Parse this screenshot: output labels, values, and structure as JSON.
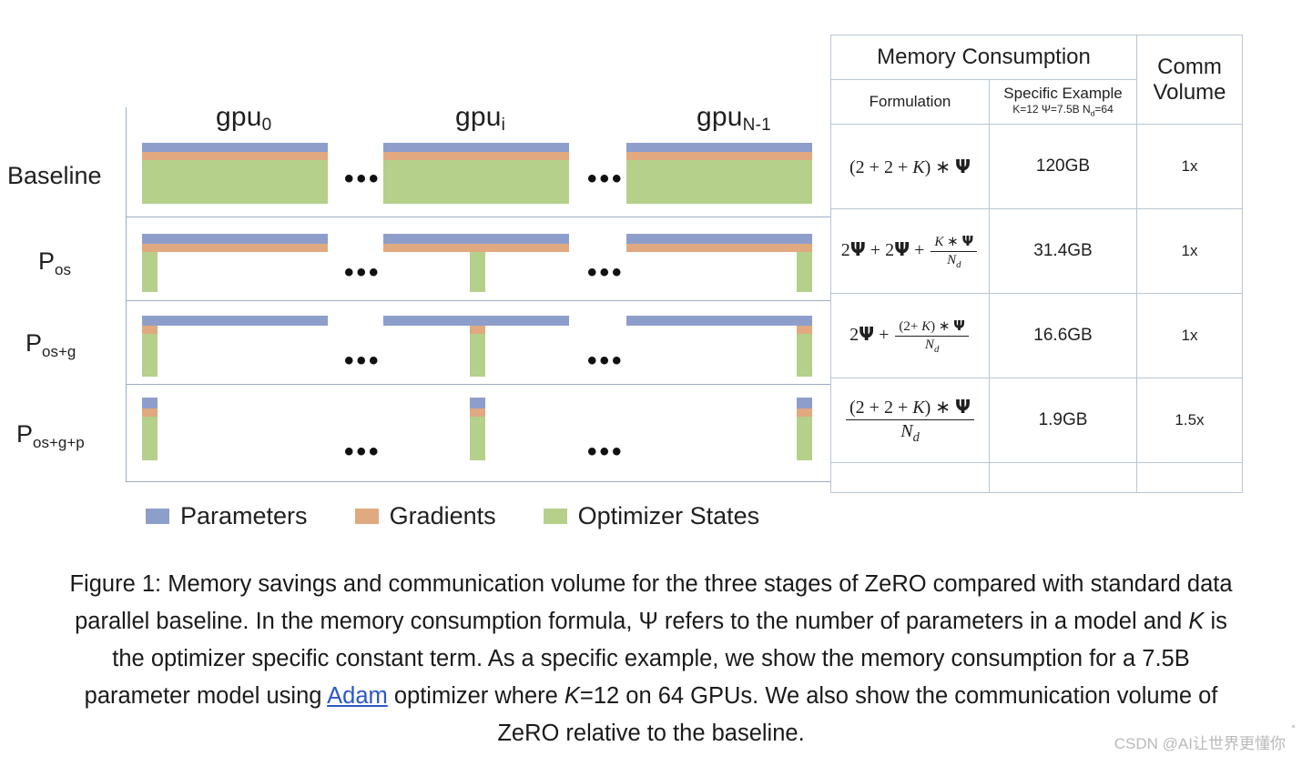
{
  "figure": {
    "gpu_headers": [
      {
        "name": "gpu",
        "sub": "0"
      },
      {
        "name": "gpu",
        "sub": "i"
      },
      {
        "name": "gpu",
        "sub": "N-1"
      }
    ],
    "ellipsis": "•••",
    "rows": [
      {
        "label": "Baseline",
        "sublabel": ""
      },
      {
        "label": "P",
        "sublabel": "os"
      },
      {
        "label": "P",
        "sublabel": "os+g"
      },
      {
        "label": "P",
        "sublabel": "os+g+p"
      }
    ],
    "legend": [
      {
        "label": "Parameters",
        "color": "#8e9ecb"
      },
      {
        "label": "Gradients",
        "color": "#e0a97f"
      },
      {
        "label": "Optimizer States",
        "color": "#b4d08b"
      }
    ]
  },
  "table": {
    "group_header": "Memory Consumption",
    "col_formulation": "Formulation",
    "col_specific_example": "Specific Example",
    "col_specific_example_note": "K=12 Ψ=7.5B N",
    "col_specific_example_note_sub": "d",
    "col_specific_example_note_tail": "=64",
    "col_comm_volume": "Comm Volume",
    "rows": [
      {
        "example": "120GB",
        "comm": "1x"
      },
      {
        "example": "31.4GB",
        "comm": "1x"
      },
      {
        "example": "16.6GB",
        "comm": "1x"
      },
      {
        "example": "1.9GB",
        "comm": "1.5x"
      }
    ]
  },
  "caption": {
    "line1": "Figure 1: Memory savings and communication volume for the three stages of ZeRO compared with standard data",
    "line2_a": "parallel baseline. In the memory consumption formula, Ψ refers to the number of parameters in a model and ",
    "line2_k": "K",
    "line2_b": " is",
    "line3": "the optimizer specific constant term. As a specific example, we show the memory consumption for a 7.5B",
    "line4_a": "parameter model using ",
    "line4_link": "Adam",
    "line4_b": " optimizer where ",
    "line4_k": "K",
    "line4_c": "=12 on 64 GPUs. We also show the communication volume of",
    "line5": "ZeRO relative to the baseline."
  },
  "watermark": {
    "text": "CSDN @AI让世界更懂你"
  }
}
